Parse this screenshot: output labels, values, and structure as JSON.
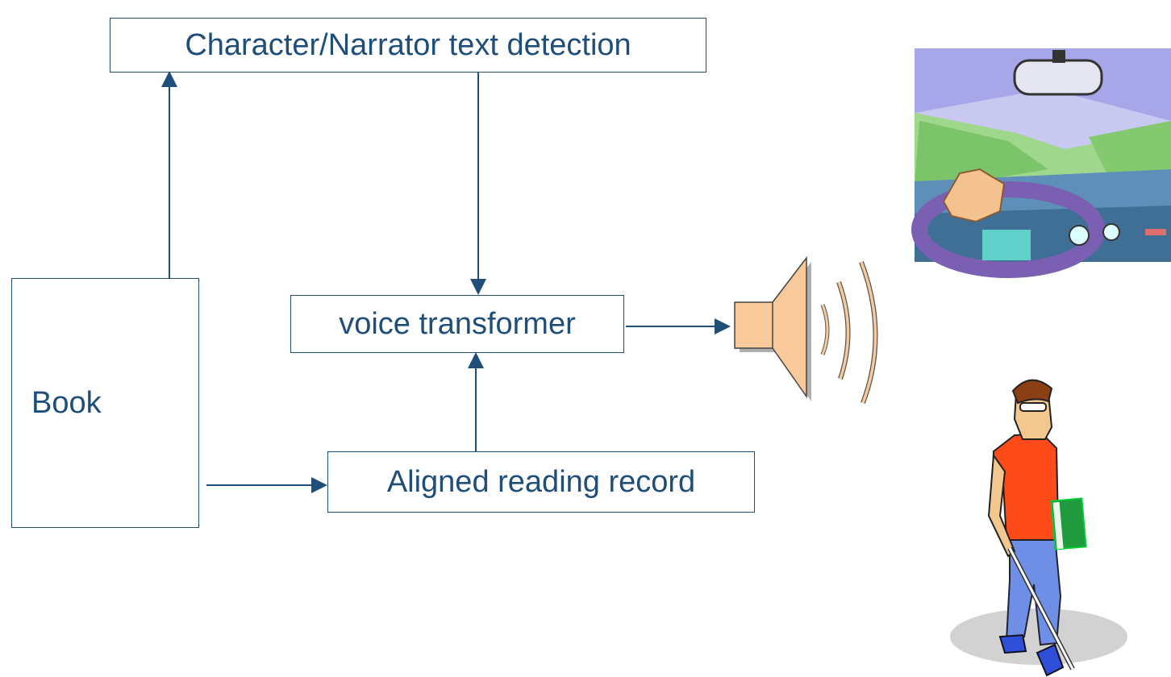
{
  "nodes": {
    "character_detection": "Character/Narrator text detection",
    "voice_transformer": "voice transformer",
    "aligned_reading_record": "Aligned reading record",
    "book": "Book"
  },
  "edges": [
    {
      "from": "book",
      "to": "character_detection"
    },
    {
      "from": "character_detection",
      "to": "voice_transformer"
    },
    {
      "from": "book",
      "to": "aligned_reading_record"
    },
    {
      "from": "aligned_reading_record",
      "to": "voice_transformer"
    },
    {
      "from": "voice_transformer",
      "to": "speaker"
    }
  ],
  "icons": [
    "speaker-icon",
    "car-dashboard-illustration",
    "blind-reader-illustration"
  ],
  "colors": {
    "line": "#1f4e79",
    "text": "#1f4e79",
    "speaker": "#f8c99a"
  }
}
